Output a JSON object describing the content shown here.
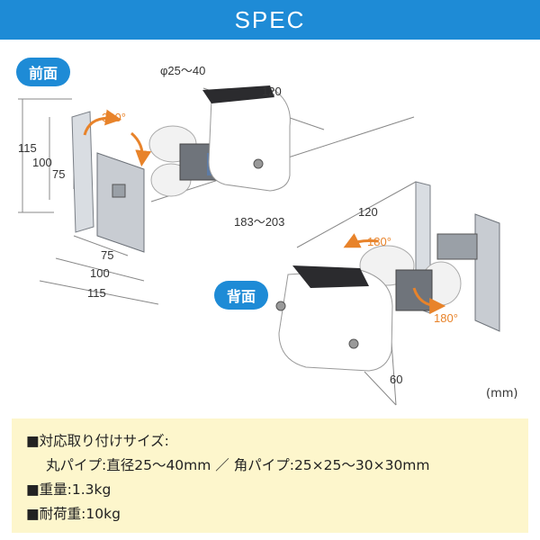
{
  "header": {
    "title": "SPEC"
  },
  "labels": {
    "front": "前面",
    "back": "背面"
  },
  "dimensions": {
    "pipe_diameter": "φ25〜40",
    "front_depth": "120",
    "front_h115": "115",
    "front_h100": "100",
    "front_h75": "75",
    "front_w75": "75",
    "front_w100": "100",
    "front_w115": "115",
    "length": "183〜203",
    "back_depth": "120",
    "back_height": "60",
    "unit": "(mm)"
  },
  "rotation": {
    "front_rotate": "360°",
    "back_rotate_top": "180°",
    "back_rotate_bottom": "180°"
  },
  "spec": {
    "line1": "■対応取り付けサイズ:",
    "line2": "丸パイプ:直径25〜40mm ／ 角パイプ:25×25〜30×30mm",
    "line3": "■重量:1.3kg",
    "line4": "■耐荷重:10kg"
  },
  "colors": {
    "banner": "#1e8bd6",
    "spec_bg": "#fdf6cc",
    "arrow": "#e8832a"
  }
}
